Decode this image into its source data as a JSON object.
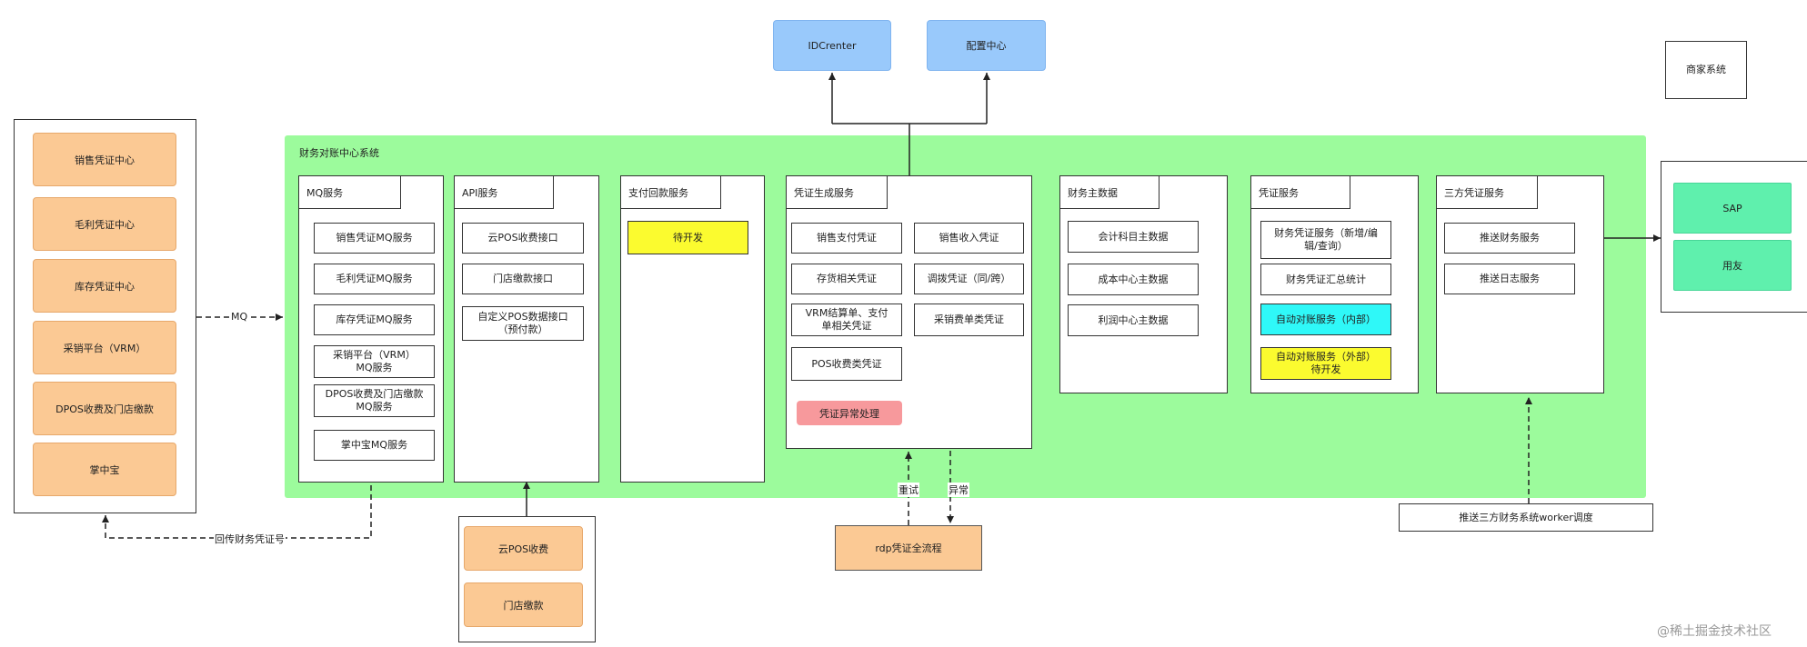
{
  "top": {
    "idcenter": "IDCrenter",
    "config_center": "配置中心",
    "merchant_system": "商家系统"
  },
  "left_panel": {
    "items": [
      "销售凭证中心",
      "毛利凭证中心",
      "库存凭证中心",
      "采销平台（VRM）",
      "DPOS收费及门店缴款",
      "掌中宝"
    ]
  },
  "main_system": {
    "title": "财务对账中心系统",
    "mq_service": {
      "title": "MQ服务",
      "items": [
        "销售凭证MQ服务",
        "毛利凭证MQ服务",
        "库存凭证MQ服务",
        "采销平台（VRM）\nMQ服务",
        "DPOS收费及门店缴款\nMQ服务",
        "掌中宝MQ服务"
      ]
    },
    "api_service": {
      "title": "API服务",
      "items": [
        "云POS收费接口",
        "门店缴款接口",
        "自定义POS数据接口\n（预付款）"
      ]
    },
    "payment_service": {
      "title": "支付回款服务",
      "items": [
        "待开发"
      ]
    },
    "voucher_gen": {
      "title": "凭证生成服务",
      "left_items": [
        "销售支付凭证",
        "存货相关凭证",
        "VRM结算单、支付\n单相关凭证",
        "POS收费类凭证"
      ],
      "right_items": [
        "销售收入凭证",
        "调拨凭证（同/跨）",
        "采销费单类凭证"
      ],
      "exception": "凭证异常处理"
    },
    "master_data": {
      "title": "财务主数据",
      "items": [
        "会计科目主数据",
        "成本中心主数据",
        "利润中心主数据"
      ]
    },
    "voucher_service": {
      "title": "凭证服务",
      "items": [
        "财务凭证服务（新增/编\n辑/查询）",
        "财务凭证汇总统计",
        "自动对账服务（内部）",
        "自动对账服务（外部）\n待开发"
      ]
    },
    "third_party": {
      "title": "三方凭证服务",
      "items": [
        "推送财务服务",
        "推送日志服务"
      ]
    }
  },
  "right_panel": {
    "items": [
      "SAP",
      "用友"
    ]
  },
  "bottom": {
    "cloud_pos_items": [
      "云POS收费",
      "门店缴款"
    ],
    "rdp_flow": "rdp凭证全流程",
    "worker_schedule": "推送三方财务系统worker调度"
  },
  "edge_labels": {
    "mq": "MQ",
    "return_voucher": "回传财务凭证号",
    "retry": "重试",
    "exception": "异常"
  },
  "watermark": "@稀土掘金技术社区",
  "colors": {
    "main_bg": "#9cfb9c",
    "orange": "#fbc994",
    "blue": "#99c9fb",
    "teal": "#5ff0ad",
    "yellow": "#fbfb2f",
    "cyan": "#2ff8f8",
    "pink": "#f7999c"
  }
}
